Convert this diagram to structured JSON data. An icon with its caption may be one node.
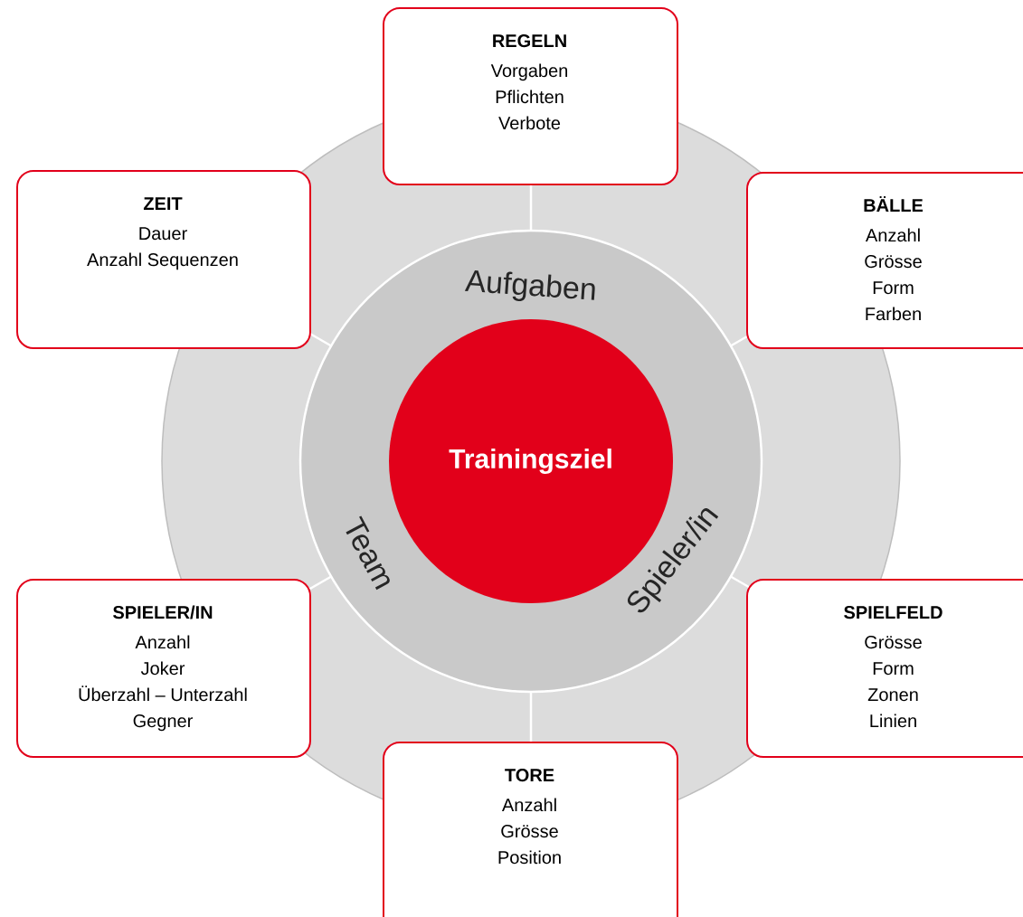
{
  "diagram": {
    "nodes": [
      {
        "text": [
          "REGELN",
          "Vorgaben",
          "Pflichten",
          "Verbote"
        ]
      },
      {
        "text": [
          "ZEIT",
          "Dauer",
          "Anzahl Sequenzen"
        ]
      },
      {
        "text": [
          "BÄLLE",
          "Anzahl",
          "Grösse",
          "Form",
          "Farben"
        ]
      },
      {
        "text": [
          "Trainingsziel"
        ]
      },
      {
        "text": [
          "SPIELER/IN",
          "Anzahl",
          "Joker",
          "Überzahl – Unterzahl",
          "Gegner"
        ]
      },
      {
        "text": [
          "SPIELFELD",
          "Grösse",
          "Form",
          "Zonen",
          "Linien"
        ]
      },
      {
        "text": [
          "TORE",
          "Anzahl",
          "Grösse",
          "Position"
        ]
      }
    ],
    "labels": [
      "Aufgaben",
      "Team",
      "Spieler/in"
    ]
  }
}
